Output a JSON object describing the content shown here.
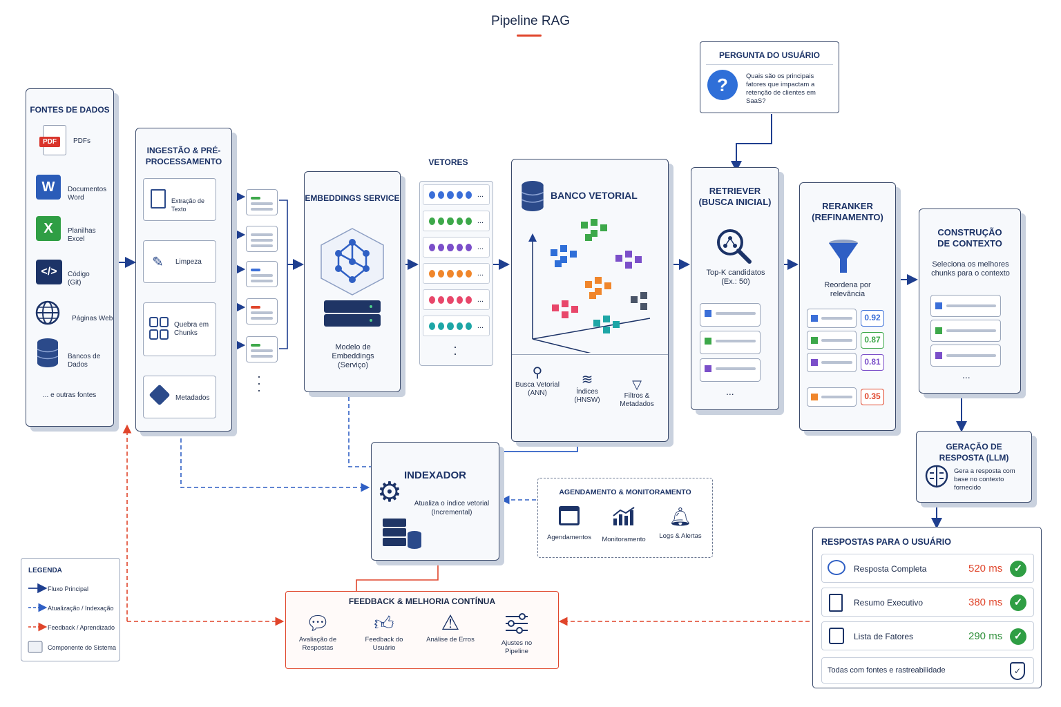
{
  "title": "Pipeline RAG",
  "sources": {
    "title": "FONTES DE DADOS",
    "items": [
      "PDFs",
      "Documentos Word",
      "Planilhas Excel",
      "Código (Git)",
      "Páginas Web",
      "Bancos de Dados"
    ],
    "more": "... e outras fontes",
    "pdf_badge": "PDF",
    "word_badge": "W",
    "excel_badge": "X"
  },
  "ingest": {
    "title": "INGESTÃO & PRÉ-PROCESSAMENTO",
    "steps": [
      "Extração de Texto",
      "Limpeza",
      "Quebra em Chunks",
      "Metadados"
    ]
  },
  "embeddings": {
    "title": "EMBEDDINGS SERVICE",
    "caption": "Modelo de Embeddings (Serviço)"
  },
  "vectors": {
    "title": "VETORES",
    "ellipsis": "...",
    "rows": [
      {
        "color": "#3b6fd8"
      },
      {
        "color": "#3da84a"
      },
      {
        "color": "#7b4fc9"
      },
      {
        "color": "#f0862b"
      },
      {
        "color": "#e8476a"
      },
      {
        "color": "#1ea6a6"
      }
    ]
  },
  "vector_db": {
    "title": "BANCO VETORIAL",
    "features": [
      "Busca Vetorial (ANN)",
      "Índices (HNSW)",
      "Filtros & Metadados"
    ]
  },
  "question": {
    "title": "PERGUNTA DO USUÁRIO",
    "text": "Quais são os principais fatores que impactam a retenção de clientes em SaaS?"
  },
  "retriever": {
    "title": "RETRIEVER (BUSCA INICIAL)",
    "caption": "Top-K candidatos (Ex.: 50)",
    "more": "..."
  },
  "reranker": {
    "title": "RERANKER (REFINAMENTO)",
    "caption": "Reordena por relevância",
    "scores": [
      {
        "value": "0.92",
        "color": "#3b6fd8"
      },
      {
        "value": "0.87",
        "color": "#3da84a"
      },
      {
        "value": "0.81",
        "color": "#7b4fc9"
      },
      {
        "value": "0.35",
        "color": "#e0452b"
      }
    ]
  },
  "context": {
    "title": "CONSTRUÇÃO DE CONTEXTO",
    "caption": "Seleciona os melhores chunks para o contexto",
    "more": "..."
  },
  "llm": {
    "title": "GERAÇÃO DE RESPOSTA (LLM)",
    "caption": "Gera a resposta com base no contexto fornecido"
  },
  "indexer": {
    "title": "INDEXADOR",
    "caption": "Atualiza o índice vetorial (Incremental)"
  },
  "scheduling": {
    "title": "AGENDAMENTO & MONITORAMENTO",
    "items": [
      "Agendamentos",
      "Monitoramento",
      "Logs & Alertas"
    ]
  },
  "responses": {
    "title": "RESPOSTAS PARA O USUÁRIO",
    "items": [
      {
        "label": "Resposta Completa",
        "time": "520 ms",
        "color": "#e0452b"
      },
      {
        "label": "Resumo Executivo",
        "time": "380 ms",
        "color": "#e0452b"
      },
      {
        "label": "Lista de Fatores",
        "time": "290 ms",
        "color": "#2f8f3a"
      }
    ],
    "footer": "Todas com fontes e rastreabilidade"
  },
  "feedback": {
    "title": "FEEDBACK & MELHORIA CONTÍNUA",
    "items": [
      "Avaliação de Respostas",
      "Feedback do Usuário",
      "Análise de Erros",
      "Ajustes no Pipeline"
    ]
  },
  "legend": {
    "title": "LEGENDA",
    "items": [
      "Fluxo Principal",
      "Atualização / Indexação",
      "Feedback / Aprendizado",
      "Componente do Sistema"
    ]
  },
  "colors": {
    "main_flow": "#1f3f8f",
    "update_flow": "#2f5fc4",
    "feedback_flow": "#e0452b"
  }
}
